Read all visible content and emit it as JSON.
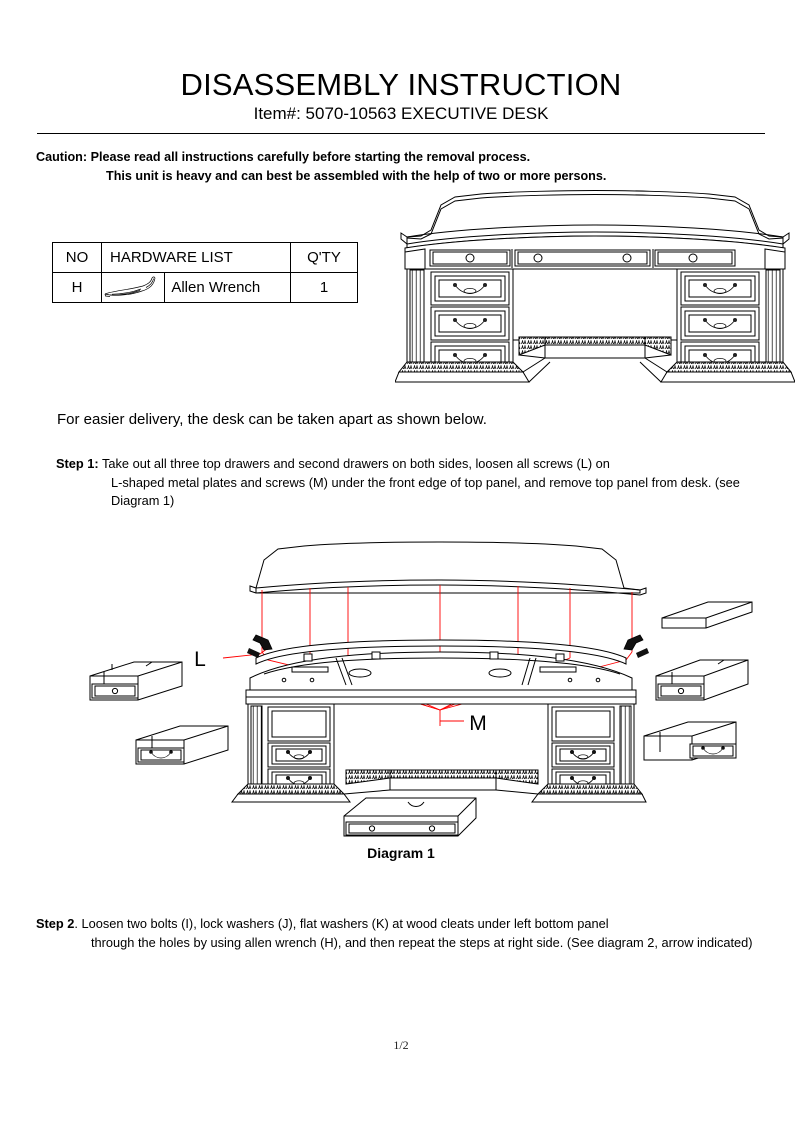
{
  "document": {
    "title": "DISASSEMBLY INSTRUCTION",
    "item_line": "Item#: 5070-10563 EXECUTIVE DESK",
    "page_number": "1/2"
  },
  "caution": {
    "line1": "Caution: Please read all instructions carefully before starting the removal process.",
    "line2": "This unit is heavy and can best be assembled with the help of two or more persons."
  },
  "hardware_table": {
    "headers": [
      "NO",
      "HARDWARE LIST",
      "Q'TY"
    ],
    "rows": [
      {
        "no": "H",
        "icon": "allen-wrench-icon",
        "name": "Allen Wrench",
        "qty": "1"
      }
    ]
  },
  "body": {
    "lead_paragraph": "For easier delivery, the desk can be taken apart as shown below."
  },
  "steps": [
    {
      "label": "Step 1:",
      "text_line1": " Take out all three top drawers and second drawers on both sides, loosen all screws (L) on",
      "text_rest": "L-shaped metal plates and screws (M) under the front edge of top panel, and remove top panel from desk. (see Diagram 1)"
    },
    {
      "label": "Step 2",
      "text_line1": ". Loosen two bolts (I), lock washers (J), flat washers (K) at wood cleats under left bottom panel",
      "text_rest": "through the holes by using allen wrench (H), and then repeat the steps at right side. (See diagram 2, arrow indicated)"
    }
  ],
  "diagram1": {
    "caption": "Diagram 1",
    "callouts": {
      "screw_l": "L",
      "screw_m": "M"
    }
  },
  "colors": {
    "ink": "#000000",
    "callout_leader": "#ff0000",
    "panel_fill": "#ffffff",
    "shade_fill": "#f2f2f2",
    "background": "#ffffff"
  }
}
